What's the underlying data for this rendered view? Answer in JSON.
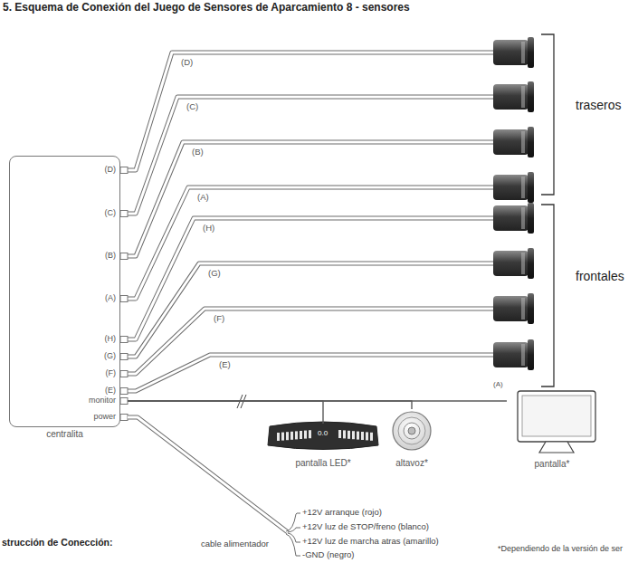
{
  "diagram": {
    "title": "5. Esquema de Conexión del Juego de Sensores de Aparcamiento 8 - sensores",
    "nodes": [
      {
        "text": [
          "centralita"
        ]
      },
      {
        "text": [
          "pantalla LED*"
        ]
      },
      {
        "text": [
          "altavoz*"
        ]
      },
      {
        "text": [
          "pantalla*"
        ]
      }
    ],
    "edges": [
      {
        "from": 0,
        "to": 1,
        "arrow": "none"
      },
      {
        "from": 0,
        "to": 2,
        "arrow": "none"
      },
      {
        "from": 0,
        "to": 3,
        "arrow": "none"
      }
    ],
    "labels": [
      "(D)",
      "(C)",
      "(B)",
      "(A)",
      "(H)",
      "(G)",
      "(F)",
      "(E)",
      "monitor",
      "power",
      "(D)",
      "(C)",
      "(B)",
      "(A)",
      "(H)",
      "(G)",
      "(F)",
      "(E)",
      "traseros",
      "frontales",
      "(A)",
      "0.0",
      "+12V arranque (rojo)",
      "+12V luz de STOP/freno (blanco)",
      "+12V luz de marcha atras (amarillo)",
      "-GND (negro)",
      "cable alimentador",
      "strucción de Conección:",
      "*Dependiendo de la versión de ser"
    ]
  }
}
